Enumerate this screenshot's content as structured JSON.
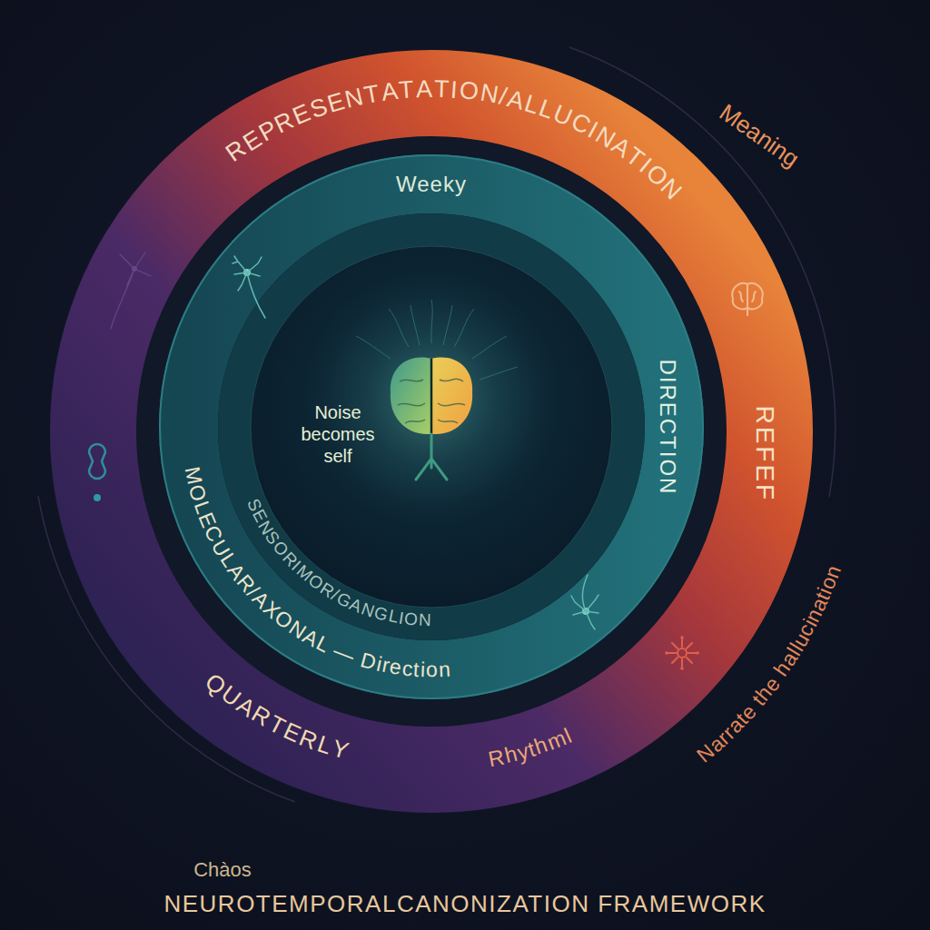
{
  "diagram": {
    "title": "NEUROTEMPORALCANONIZATION FRAMEWORK",
    "nodes": [
      {
        "text": [
          "REPRESENTATATION/ALLUCINATION",
          "REFEF",
          "QUARTERLY",
          "Rhythml"
        ]
      },
      {
        "text": [
          "Weeky",
          "DIRECTION",
          "MOLECULAR/AXONAL — Direction",
          "SENSORIMOR/GANGLION"
        ],
        "in": 0
      },
      {
        "text": [
          "Noise becomes self"
        ],
        "in": 1
      }
    ],
    "labels": [
      "Meaning",
      "Narrate the hallucination",
      "Chàos"
    ]
  }
}
